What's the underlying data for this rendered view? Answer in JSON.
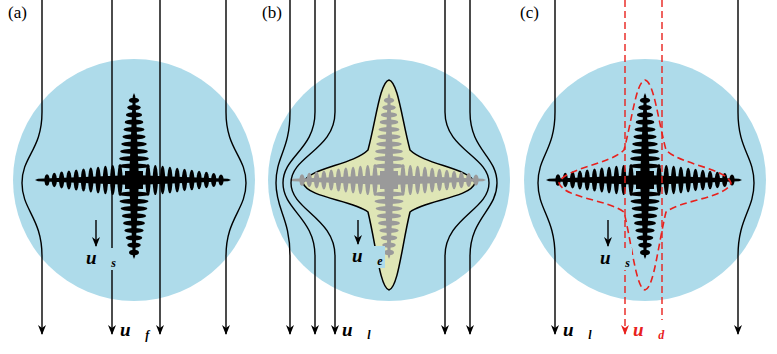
{
  "diagram": {
    "labels": [
      "(a)",
      "(b)",
      "(c)",
      "u⃗s",
      "u⃗f",
      "u⃗e",
      "u⃗l",
      "u⃗s",
      "u⃗l",
      "u⃗d"
    ]
  }
}
